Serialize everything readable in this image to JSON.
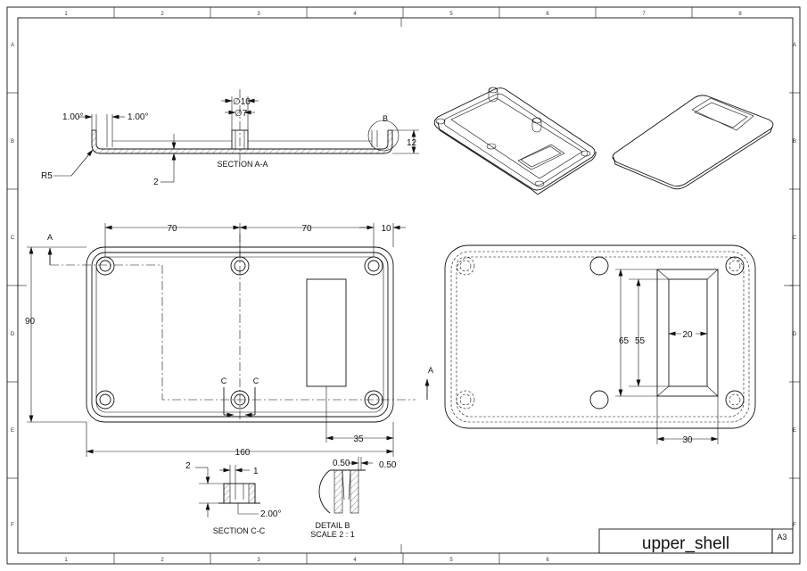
{
  "drawing": {
    "title": "upper_shell",
    "sheet_size": "A3",
    "zones_top": [
      "1",
      "2",
      "3",
      "4",
      "5",
      "6",
      "7",
      "8"
    ],
    "zones_side": [
      "A",
      "B",
      "C",
      "D",
      "E",
      "F"
    ]
  },
  "section_aa": {
    "label": "SECTION A-A",
    "dims": {
      "draft_left": "1.00°",
      "draft_right": "1.00°",
      "dia_outer": "∅10",
      "dia_inner": "∅7",
      "height": "12",
      "radius": "R5",
      "wall": "2"
    },
    "detail_callout": "B"
  },
  "front_view": {
    "dims": {
      "spacing_left": "70",
      "spacing_right": "70",
      "edge": "10",
      "height": "90",
      "width": "160",
      "slot_offset": "35"
    },
    "section_marks": {
      "a_top": "A",
      "a_right": "A",
      "c_left": "C",
      "c_right": "C"
    }
  },
  "back_view": {
    "dims": {
      "outer_h": "65",
      "inner_h": "55",
      "inner_w": "20",
      "outer_w": "30"
    }
  },
  "section_cc": {
    "label": "SECTION C-C",
    "dims": {
      "left": "2",
      "right": "1",
      "draft": "2.00°"
    }
  },
  "detail_b": {
    "label": "DETAIL B",
    "scale": "SCALE 2 : 1",
    "dims": {
      "left": "0.50",
      "right": "0.50"
    }
  }
}
